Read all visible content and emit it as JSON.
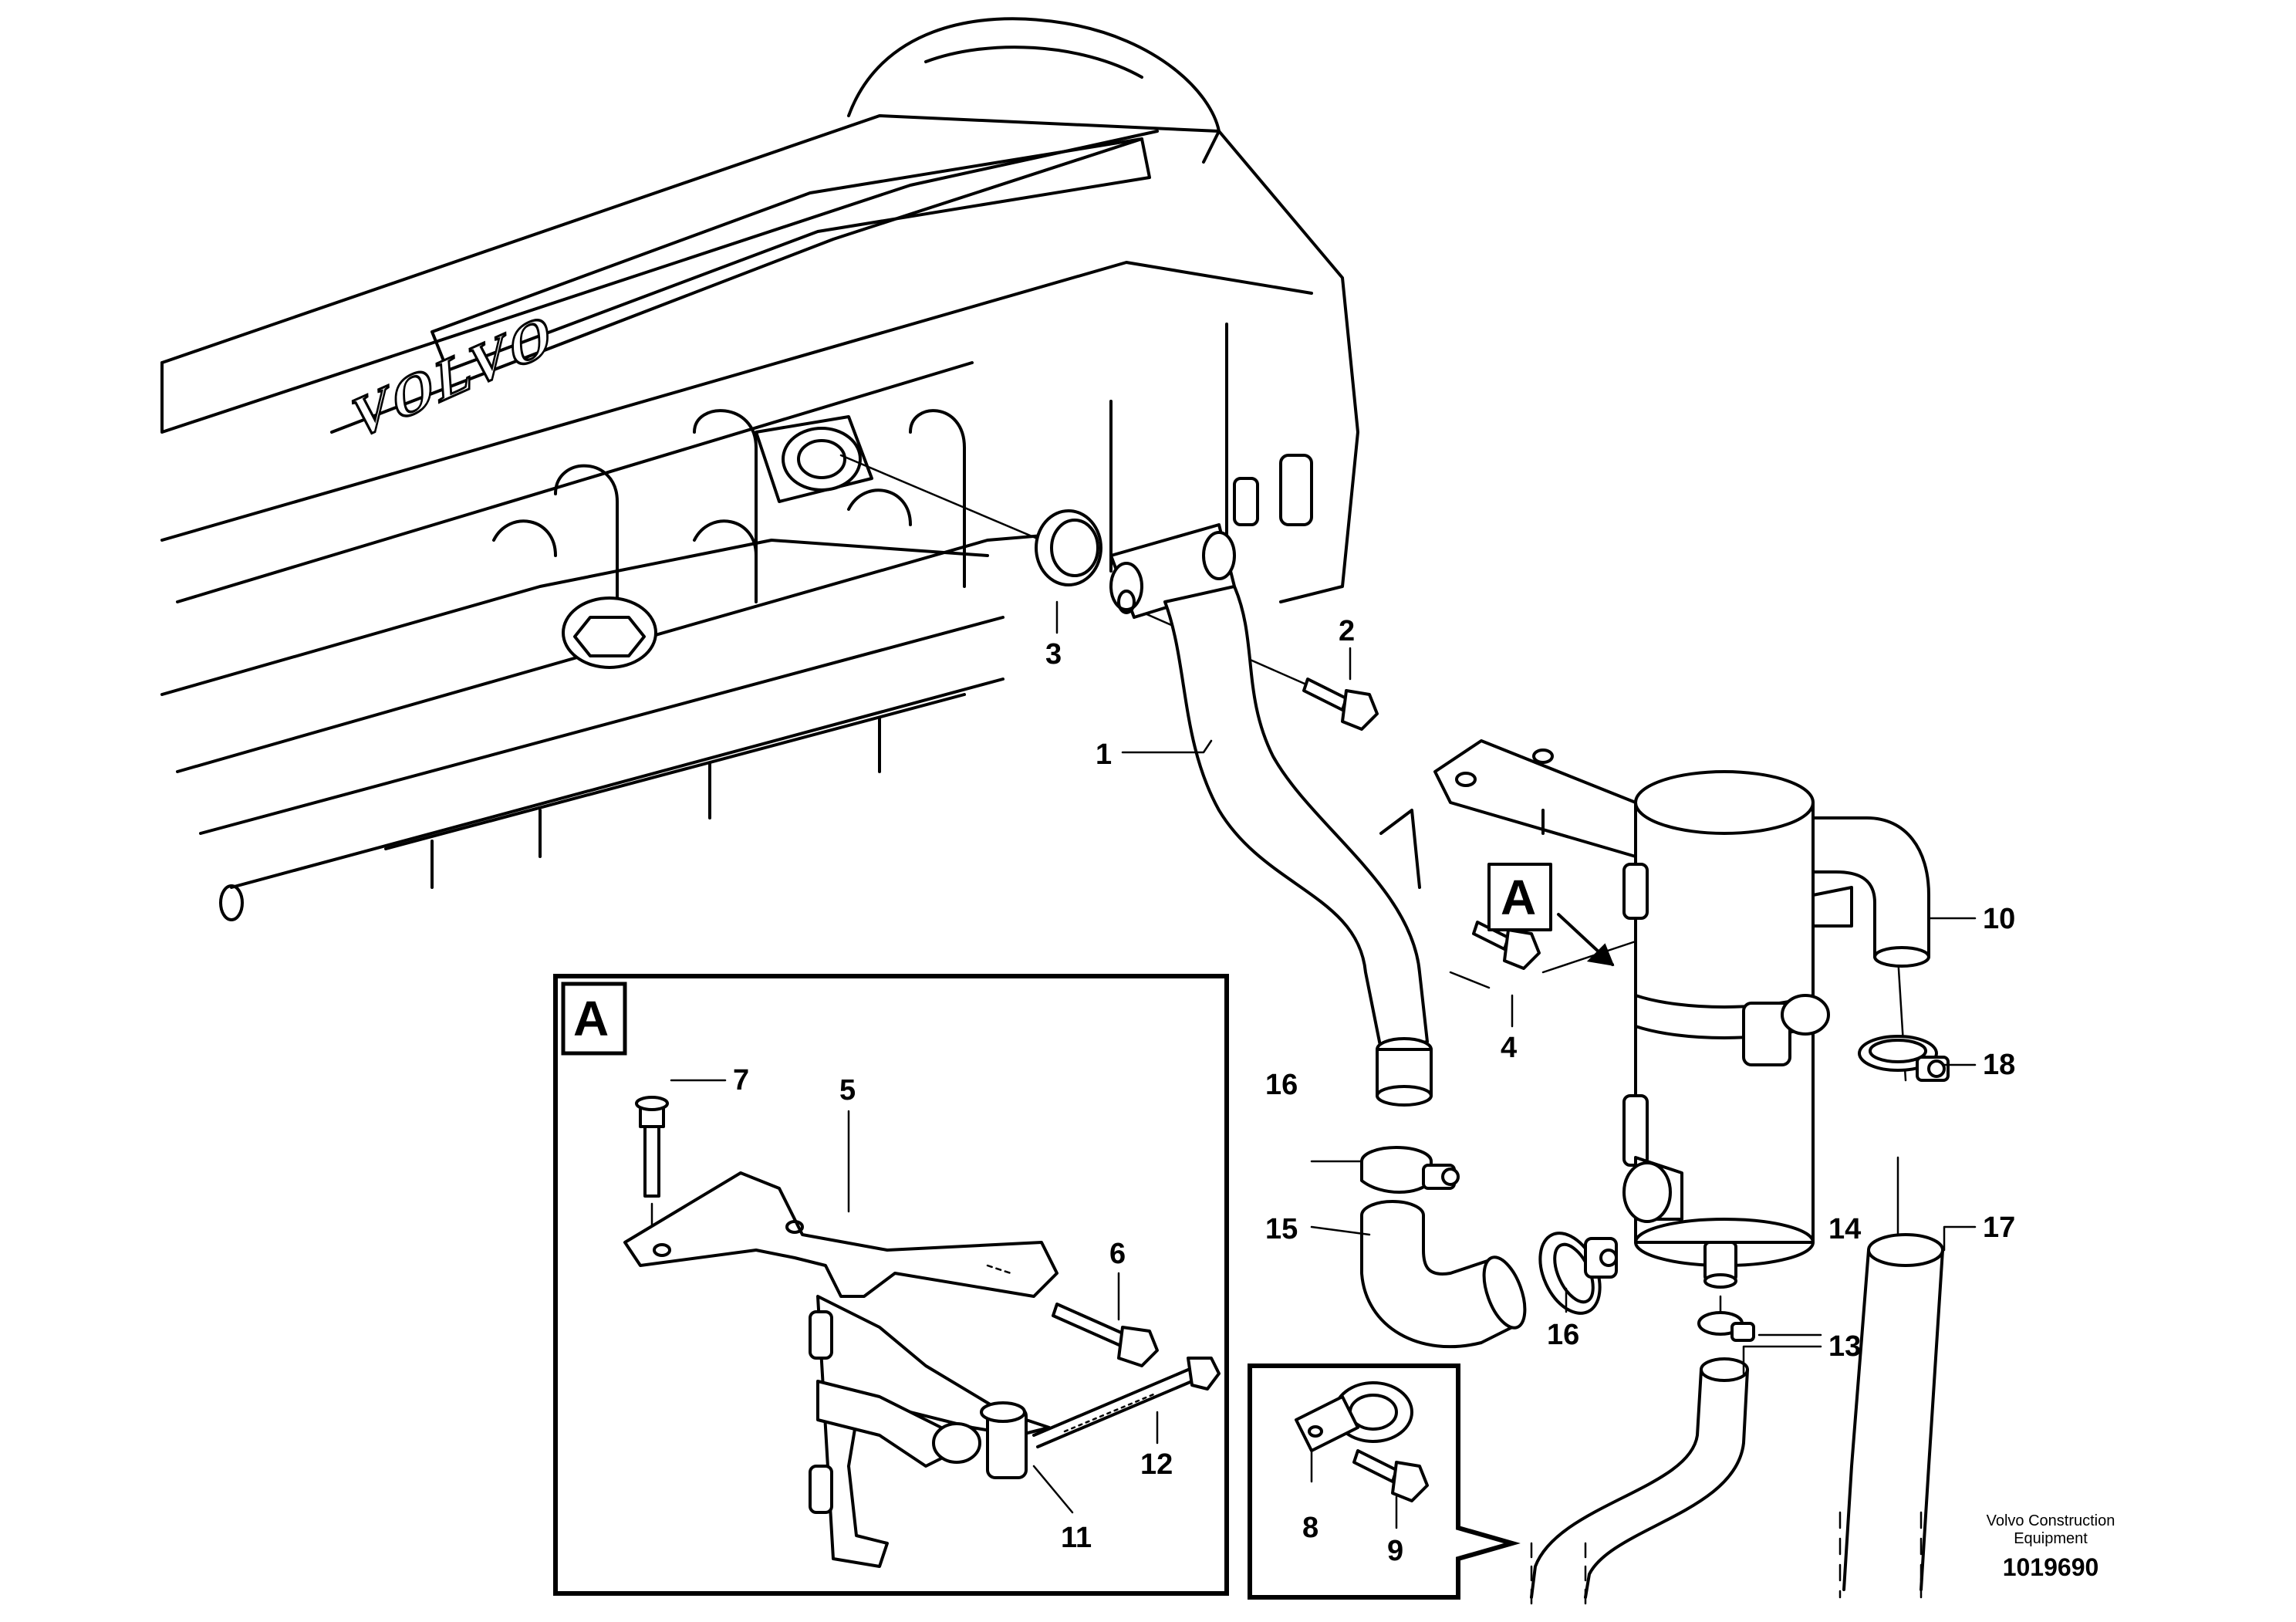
{
  "engine": {
    "logo_text": "VOLVO"
  },
  "callouts": [
    {
      "id": "c1",
      "text": "1"
    },
    {
      "id": "c2",
      "text": "2"
    },
    {
      "id": "c3",
      "text": "3"
    },
    {
      "id": "c4",
      "text": "4"
    },
    {
      "id": "c5",
      "text": "5"
    },
    {
      "id": "c6",
      "text": "6"
    },
    {
      "id": "c7",
      "text": "7"
    },
    {
      "id": "c8",
      "text": "8"
    },
    {
      "id": "c9",
      "text": "9"
    },
    {
      "id": "c10",
      "text": "10"
    },
    {
      "id": "c11",
      "text": "11"
    },
    {
      "id": "c12",
      "text": "12"
    },
    {
      "id": "c13",
      "text": "13"
    },
    {
      "id": "c14",
      "text": "14"
    },
    {
      "id": "c15",
      "text": "15"
    },
    {
      "id": "c16a",
      "text": "16"
    },
    {
      "id": "c16b",
      "text": "16"
    },
    {
      "id": "c17",
      "text": "17"
    },
    {
      "id": "c18",
      "text": "18"
    }
  ],
  "detail_marker": "A",
  "detail_box_label": "A",
  "footer": {
    "brand_line1": "Volvo Construction",
    "brand_line2": "Equipment",
    "document_number": "1019690"
  }
}
